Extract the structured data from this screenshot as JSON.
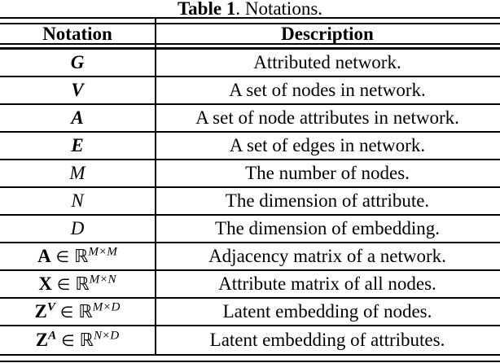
{
  "caption": {
    "bold": "Table 1",
    "rest": ". Notations."
  },
  "table": {
    "headers": [
      "Notation",
      "Description"
    ],
    "rows": [
      {
        "notation": [
          {
            "t": "G",
            "s": "cal"
          }
        ],
        "description": "Attributed network."
      },
      {
        "notation": [
          {
            "t": "V",
            "s": "cal"
          }
        ],
        "description": "A set of nodes in network."
      },
      {
        "notation": [
          {
            "t": "A",
            "s": "cal"
          }
        ],
        "description": "A set of node attributes in network."
      },
      {
        "notation": [
          {
            "t": "E",
            "s": "cal"
          }
        ],
        "description": "A set of edges in network."
      },
      {
        "notation": [
          {
            "t": "M",
            "s": "it"
          }
        ],
        "description": "The number of nodes."
      },
      {
        "notation": [
          {
            "t": "N",
            "s": "it"
          }
        ],
        "description": "The dimension of attribute."
      },
      {
        "notation": [
          {
            "t": "D",
            "s": "it"
          }
        ],
        "description": "The dimension of embedding."
      },
      {
        "notation": [
          {
            "t": "A",
            "s": "bf"
          },
          {
            "t": " ∈ ",
            "s": "op"
          },
          {
            "t": "ℝ",
            "s": "bb"
          },
          {
            "t": "M×M",
            "s": "sup"
          }
        ],
        "description": "Adjacency matrix of a network."
      },
      {
        "notation": [
          {
            "t": "X",
            "s": "bf"
          },
          {
            "t": " ∈ ",
            "s": "op"
          },
          {
            "t": "ℝ",
            "s": "bb"
          },
          {
            "t": "M×N",
            "s": "sup"
          }
        ],
        "description": "Attribute matrix of all nodes."
      },
      {
        "notation": [
          {
            "t": "Z",
            "s": "bf"
          },
          {
            "t": "V",
            "s": "supcal"
          },
          {
            "t": " ∈ ",
            "s": "op"
          },
          {
            "t": "ℝ",
            "s": "bb"
          },
          {
            "t": "M×D",
            "s": "sup"
          }
        ],
        "description": "Latent embedding of nodes."
      },
      {
        "notation": [
          {
            "t": "Z",
            "s": "bf"
          },
          {
            "t": "A",
            "s": "supcal"
          },
          {
            "t": " ∈ ",
            "s": "op"
          },
          {
            "t": "ℝ",
            "s": "bb"
          },
          {
            "t": "N×D",
            "s": "sup"
          }
        ],
        "description": "Latent embedding of attributes."
      }
    ]
  },
  "colors": {
    "text": "#000000",
    "background": "#ffffff",
    "rule": "#000000"
  }
}
